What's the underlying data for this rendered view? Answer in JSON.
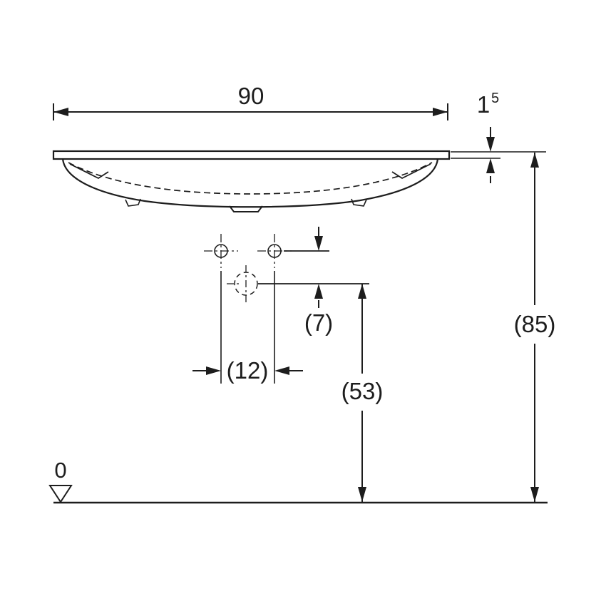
{
  "diagram": {
    "type": "technical-dimension-drawing",
    "subject": "washbasin front elevation with installation dimensions",
    "labels": {
      "width": "90",
      "thickness_base": "1",
      "thickness_sup": "5",
      "height_overall": "(85)",
      "tap_to_drain_offset": "(7)",
      "drain_height": "(53)",
      "tap_spacing": "(12)",
      "datum": "0"
    },
    "colors": {
      "line": "#1d1d1d",
      "background": "#ffffff"
    }
  }
}
